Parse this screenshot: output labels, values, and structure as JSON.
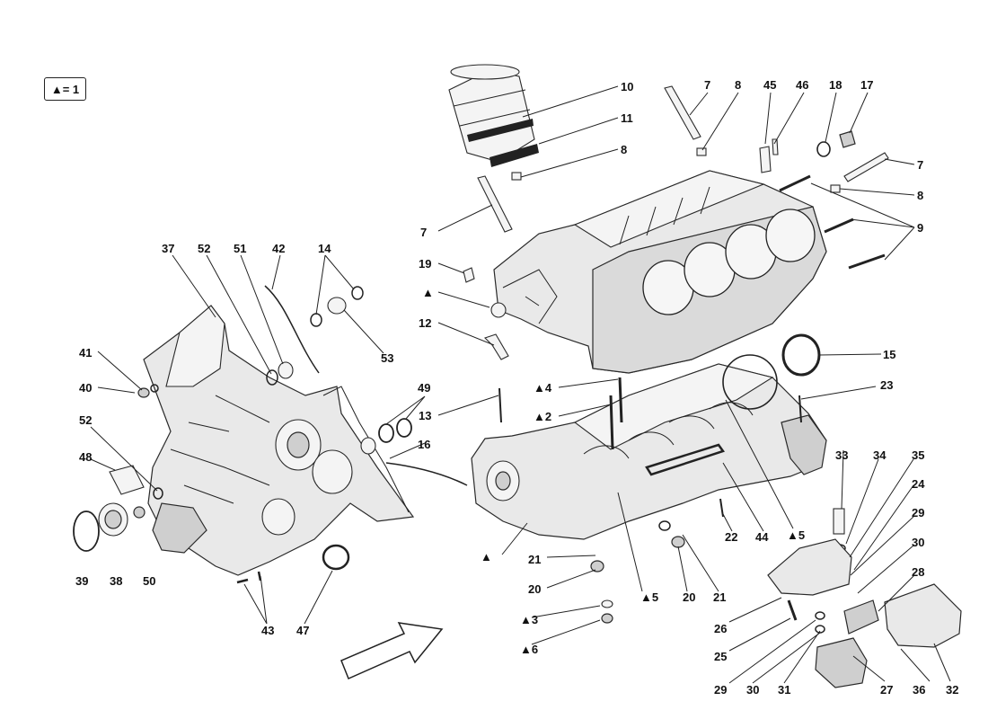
{
  "legend": {
    "text": "▲= 1"
  },
  "callouts": [
    {
      "id": "c10",
      "text": "10"
    },
    {
      "id": "c11",
      "text": "11"
    },
    {
      "id": "c8a",
      "text": "8"
    },
    {
      "id": "c7a",
      "text": "7"
    },
    {
      "id": "c7b",
      "text": "7"
    },
    {
      "id": "c8b",
      "text": "8"
    },
    {
      "id": "c45",
      "text": "45"
    },
    {
      "id": "c46",
      "text": "46"
    },
    {
      "id": "c18",
      "text": "18"
    },
    {
      "id": "c17",
      "text": "17"
    },
    {
      "id": "c7c",
      "text": "7"
    },
    {
      "id": "c8c",
      "text": "8"
    },
    {
      "id": "c9",
      "text": "9"
    },
    {
      "id": "c19",
      "text": "19"
    },
    {
      "id": "cT1",
      "text": "▲"
    },
    {
      "id": "c12",
      "text": "12"
    },
    {
      "id": "c15",
      "text": "15"
    },
    {
      "id": "c23",
      "text": "23"
    },
    {
      "id": "cT4",
      "text": "▲4"
    },
    {
      "id": "cT2",
      "text": "▲2"
    },
    {
      "id": "c13",
      "text": "13"
    },
    {
      "id": "c37",
      "text": "37"
    },
    {
      "id": "c52a",
      "text": "52"
    },
    {
      "id": "c51",
      "text": "51"
    },
    {
      "id": "c42",
      "text": "42"
    },
    {
      "id": "c14",
      "text": "14"
    },
    {
      "id": "c53",
      "text": "53"
    },
    {
      "id": "c41",
      "text": "41"
    },
    {
      "id": "c40",
      "text": "40"
    },
    {
      "id": "c49",
      "text": "49"
    },
    {
      "id": "c16",
      "text": "16"
    },
    {
      "id": "c52b",
      "text": "52"
    },
    {
      "id": "c48",
      "text": "48"
    },
    {
      "id": "c33",
      "text": "33"
    },
    {
      "id": "c34",
      "text": "34"
    },
    {
      "id": "c35",
      "text": "35"
    },
    {
      "id": "c24",
      "text": "24"
    },
    {
      "id": "c29a",
      "text": "29"
    },
    {
      "id": "c30a",
      "text": "30"
    },
    {
      "id": "c28",
      "text": "28"
    },
    {
      "id": "c22",
      "text": "22"
    },
    {
      "id": "c44",
      "text": "44"
    },
    {
      "id": "cT5a",
      "text": "▲5"
    },
    {
      "id": "cT0",
      "text": "▲"
    },
    {
      "id": "c21a",
      "text": "21"
    },
    {
      "id": "c20a",
      "text": "20"
    },
    {
      "id": "cT5b",
      "text": "▲5"
    },
    {
      "id": "c20b",
      "text": "20"
    },
    {
      "id": "c21b",
      "text": "21"
    },
    {
      "id": "c39",
      "text": "39"
    },
    {
      "id": "c38",
      "text": "38"
    },
    {
      "id": "c50",
      "text": "50"
    },
    {
      "id": "c43",
      "text": "43"
    },
    {
      "id": "c47",
      "text": "47"
    },
    {
      "id": "cT3",
      "text": "▲3"
    },
    {
      "id": "cT6",
      "text": "▲6"
    },
    {
      "id": "c26",
      "text": "26"
    },
    {
      "id": "c25",
      "text": "25"
    },
    {
      "id": "c29b",
      "text": "29"
    },
    {
      "id": "c30b",
      "text": "30"
    },
    {
      "id": "c31",
      "text": "31"
    },
    {
      "id": "c27",
      "text": "27"
    },
    {
      "id": "c36",
      "text": "36"
    },
    {
      "id": "c32",
      "text": "32"
    }
  ]
}
